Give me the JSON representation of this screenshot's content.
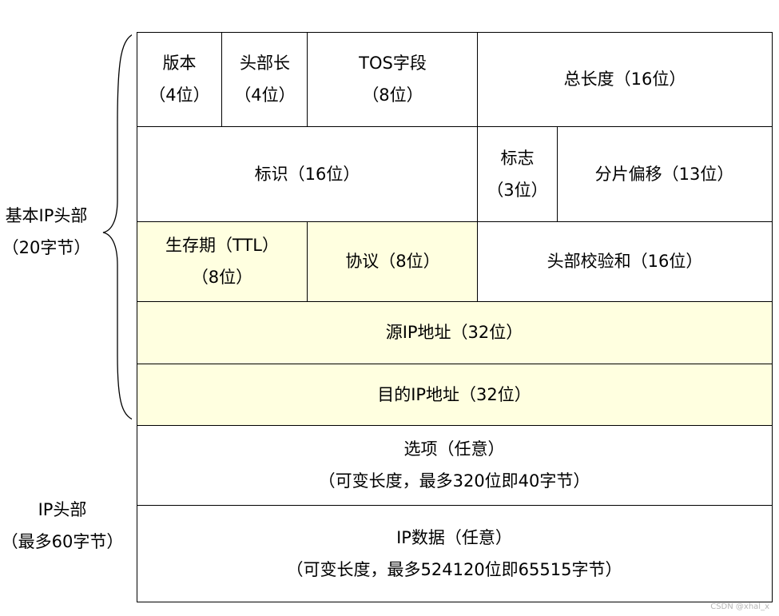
{
  "side_labels": {
    "basic_header": [
      "基本IP头部",
      "（20字节）"
    ],
    "ip_header": [
      "IP头部",
      "（最多60字节）"
    ]
  },
  "fields": {
    "version": [
      "版本",
      "（4位）"
    ],
    "header_length": [
      "头部长",
      "（4位）"
    ],
    "tos": [
      "TOS字段",
      "（8位）"
    ],
    "total_length": [
      "总长度（16位）"
    ],
    "identification": [
      "标识（16位）"
    ],
    "flags": [
      "标志",
      "（3位）"
    ],
    "fragment_offset": [
      "分片偏移（13位）"
    ],
    "ttl": [
      "生存期（TTL）",
      "（8位）"
    ],
    "protocol": [
      "协议（8位）"
    ],
    "checksum": [
      "头部校验和（16位）"
    ],
    "src_ip": [
      "源IP地址（32位）"
    ],
    "dst_ip": [
      "目的IP地址（32位）"
    ],
    "options": [
      "选项（任意）",
      "（可变长度，最多320位即40字节）"
    ],
    "ip_data": [
      "IP数据（任意）",
      "（可变长度，最多524120位即65515字节）"
    ]
  },
  "colors": {
    "highlight": "#ffffe0",
    "border": "#000000"
  },
  "watermark": "CSDN @xhal_x"
}
